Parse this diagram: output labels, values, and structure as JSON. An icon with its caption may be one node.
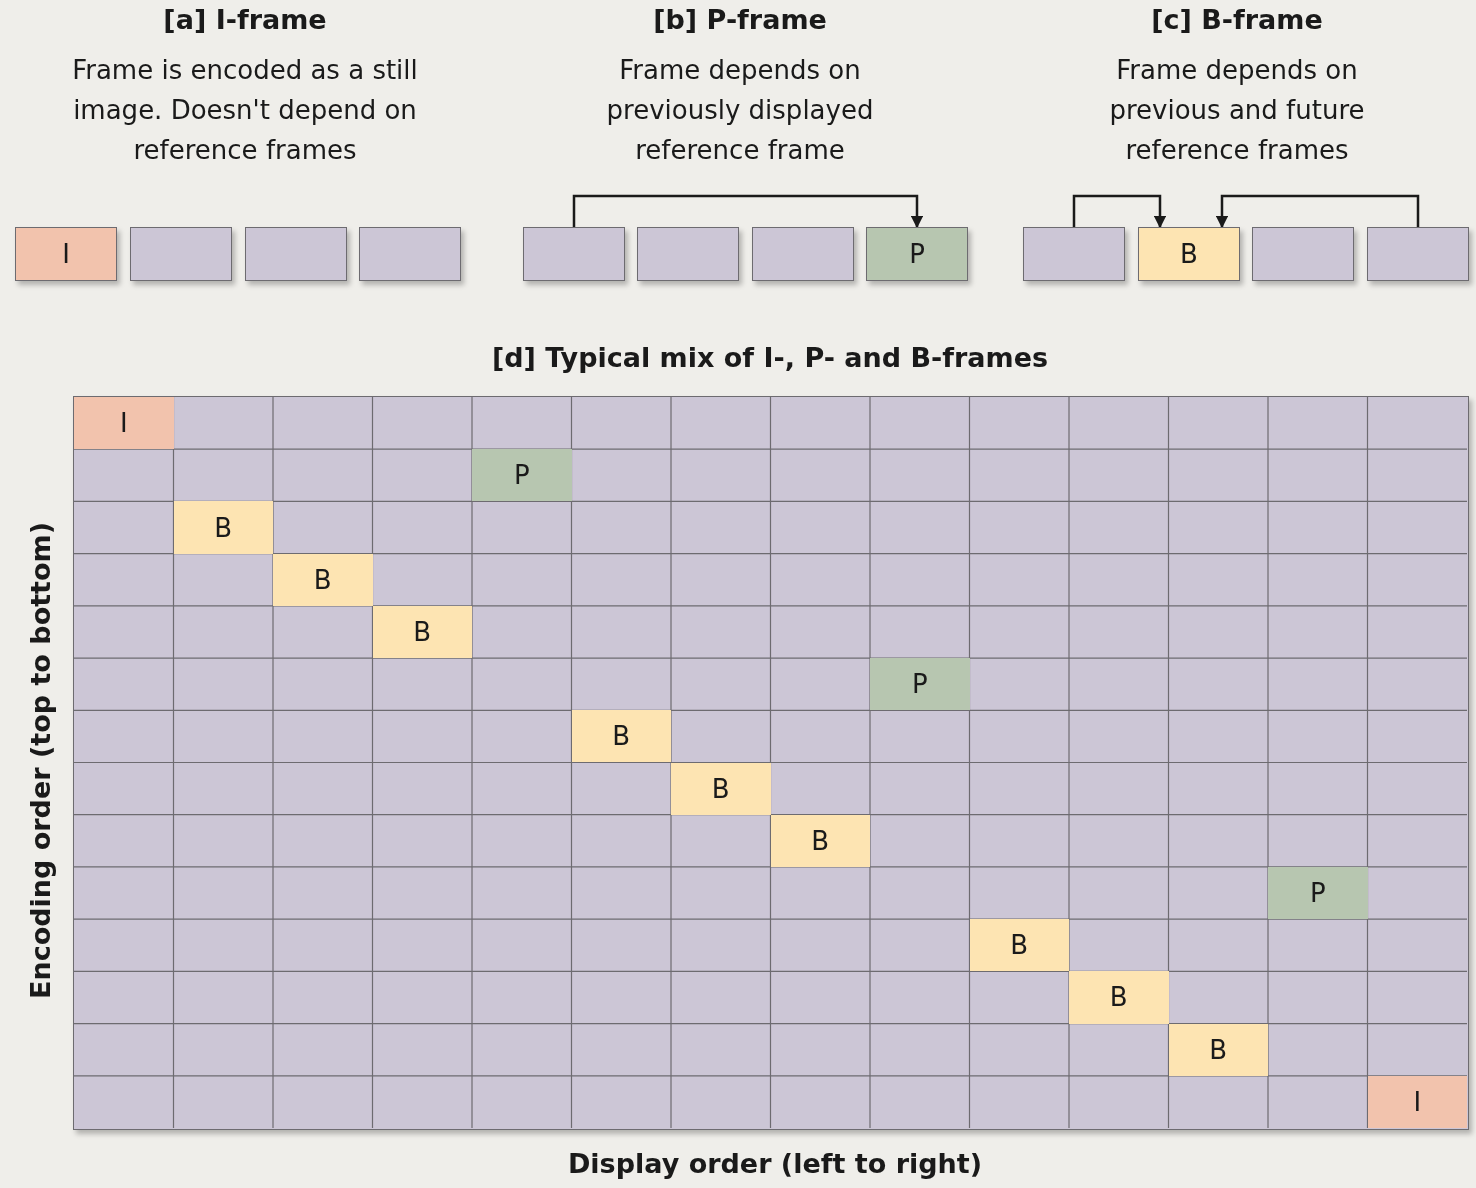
{
  "diagram": {
    "nodes": [
      {
        "text": [
          "I"
        ]
      },
      {
        "text": [],
        "shape": "box"
      },
      {
        "text": [],
        "shape": "box"
      },
      {
        "text": [],
        "shape": "box"
      },
      {
        "text": [],
        "shape": "box"
      },
      {
        "text": [],
        "shape": "box"
      },
      {
        "text": [],
        "shape": "box"
      },
      {
        "text": [
          "P"
        ]
      },
      {
        "text": [],
        "shape": "box"
      },
      {
        "text": [
          "B"
        ]
      },
      {
        "text": [],
        "shape": "box"
      },
      {
        "text": [],
        "shape": "box"
      }
    ],
    "edges": [
      {
        "from": 4,
        "to": 7,
        "arrow": "to"
      },
      {
        "from": 8,
        "to": 9,
        "arrow": "to"
      },
      {
        "from": 11,
        "to": 9,
        "arrow": "to"
      }
    ],
    "labels": [
      "[a] I-frame",
      "Frame is encoded as a still image. Doesn't depend on reference frames",
      "[b] P-frame",
      "Frame depends on previously displayed reference frame",
      "[c] B-frame",
      "Frame depends on previous and future reference frames",
      "[d] Typical mix of I-, P- and B-frames",
      "I",
      "P",
      "B",
      "B",
      "B",
      "P",
      "B",
      "B",
      "B",
      "P",
      "B",
      "B",
      "B",
      "I",
      "Encoding order (top to bottom)",
      "Display order (left to right)"
    ]
  }
}
